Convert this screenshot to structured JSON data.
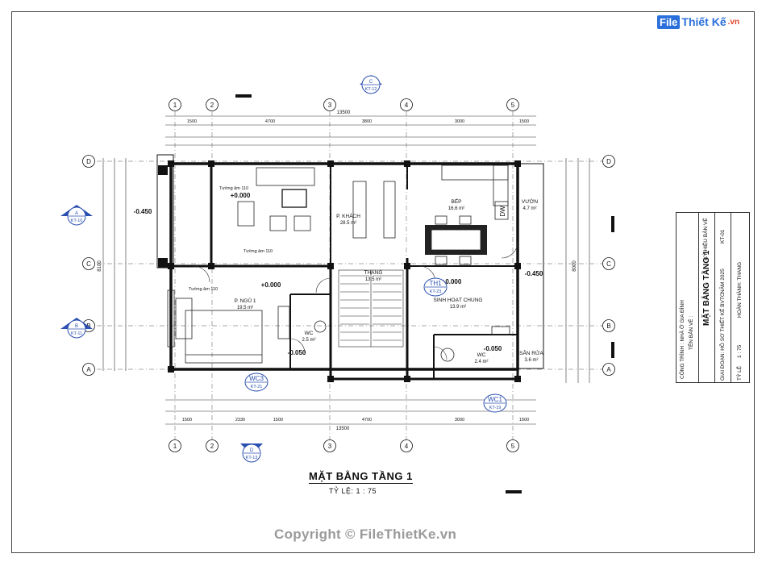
{
  "logo": {
    "brand_box": "File",
    "brand_text": "Thiết Kế",
    "brand_suffix": ".vn"
  },
  "drawing": {
    "title": "MẶT BẰNG TẦNG 1",
    "scale": "TỶ LỆ: 1 : 75",
    "copyright": "Copyright © FileThietKe.vn"
  },
  "grid_columns": [
    "1",
    "2",
    "3",
    "4",
    "5"
  ],
  "grid_rows": [
    "D",
    "C",
    "B",
    "A"
  ],
  "dimensions": {
    "top_total": "13500",
    "bottom_total": "13500",
    "top_segments": [
      "1500",
      "4700",
      "3800",
      "3000",
      "1500"
    ],
    "bottom_segments": [
      "1500",
      "2330",
      "1500",
      "4700",
      "3000",
      "1500"
    ],
    "left_total": "8100",
    "right_total": "8000"
  },
  "rooms": [
    {
      "name": "P. KHÁCH",
      "area": "28.5 m²"
    },
    {
      "name": "BẾP",
      "area": "16.6 m²"
    },
    {
      "name": "VƯỜN",
      "area": "4.7 m²"
    },
    {
      "name": "THANG",
      "area": "13.5 m²"
    },
    {
      "name": "SINH HOẠT CHUNG",
      "area": "13.9 m²"
    },
    {
      "name": "P. NGỦ 1",
      "area": "19.5 m²"
    },
    {
      "name": "WC",
      "area": "2.5 m²"
    },
    {
      "name": "WC",
      "area": "2.4 m²"
    },
    {
      "name": "SÂN RỬA",
      "area": "3.6 m²"
    }
  ],
  "levels": [
    "+0.000",
    "-0.450",
    "+0.000",
    "-0.050",
    "-0.450",
    "+0.000",
    "-0.050"
  ],
  "wall_notes": [
    "Tường âm 110",
    "Tường âm 110",
    "Tường âm 110"
  ],
  "section_tags": [
    {
      "letter": "A",
      "sheet": "KT-10"
    },
    {
      "letter": "B",
      "sheet": "KT-11"
    },
    {
      "letter": "C",
      "sheet": "KT-12"
    },
    {
      "letter": "D",
      "sheet": "KT-13"
    }
  ],
  "callouts": [
    {
      "label": "WC3",
      "sheet": "KT-21"
    },
    {
      "label": "TH1",
      "sheet": "KT-23"
    },
    {
      "label": "WC1",
      "sheet": "KT-19"
    }
  ],
  "fixture_label": "DW",
  "title_block": {
    "project_label": "CÔNG TRÌNH : NHÀ Ở GIA ĐÌNH",
    "sheet_name_label": "TÊN BẢN VẼ :",
    "sheet_name": "MẶT BẰNG TẦNG 1",
    "code_label": "KÝ HIỆU BẢN VẼ",
    "code": "KT-01",
    "phase": "GIAI ĐOẠN: HỒ SƠ THIẾT KẾ BVTC",
    "year": "NĂM 2025",
    "scale_label": "TỶ LỆ",
    "scale": "1 : 75",
    "designer": "HOÀN THÀNH: THANG"
  }
}
